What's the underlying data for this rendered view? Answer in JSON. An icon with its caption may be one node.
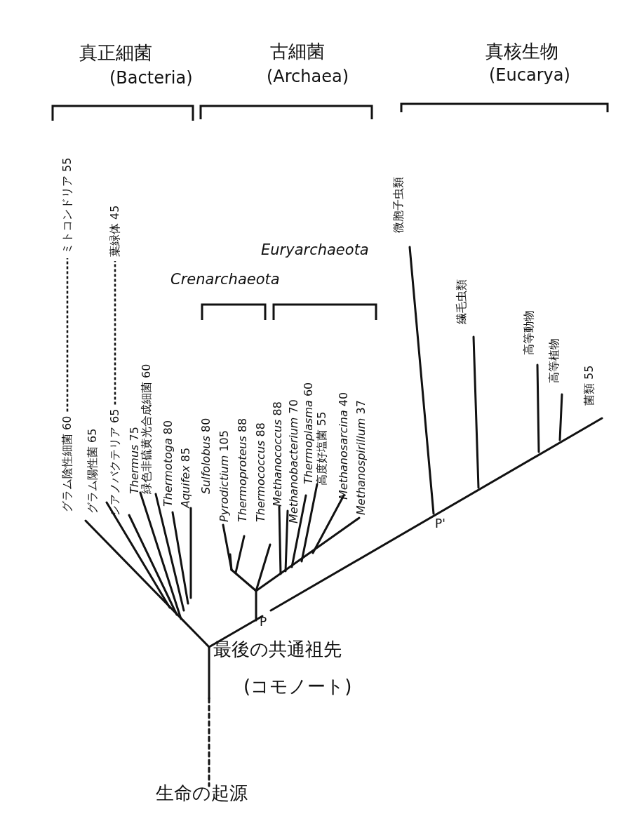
{
  "diagram": {
    "nodes": [
      {
        "text": [
          "ミトコンドリア 55"
        ]
      },
      {
        "text": [
          "グラム陰性細菌 60"
        ]
      },
      {
        "text": [
          "葉緑体 45"
        ]
      },
      {
        "text": [
          "シアノバクテリア 65"
        ]
      }
    ],
    "edges": [
      {
        "from": 1,
        "to": 0,
        "arrow": "none",
        "style": "dashed"
      },
      {
        "from": 3,
        "to": 2,
        "arrow": "none",
        "style": "dashed"
      }
    ],
    "labels": [
      "真正細菌",
      "古細菌",
      "真核生物",
      "(Bacteria)",
      "(Archaea)",
      "(Eucarya)",
      "Euryarchaeota",
      "Crenarchaeota",
      "微胞子虫類",
      "繊毛虫類",
      "高等動物",
      "高等植物",
      "菌類 55",
      "グラム陽性菌 65",
      "*Thermus* 75",
      "緑色非硫黄光合成細菌 60",
      "*Thermotoga* 80",
      "*Aquifex* 85",
      "*Sulfolobus* 80",
      "*Pyrodictium* 105",
      "*Thermoproteus* 88",
      "*Thermococcus* 88",
      "*Methanococcus* 88",
      "*Methanobacterium* 70",
      "*Thermoplasma* 60",
      "高度好塩菌 55",
      "*Methanosarcina* 40",
      "*Methanospirillum* 37",
      "P'",
      "P",
      "最後の共通祖先",
      "(コモノート)",
      "生命の起源"
    ]
  }
}
